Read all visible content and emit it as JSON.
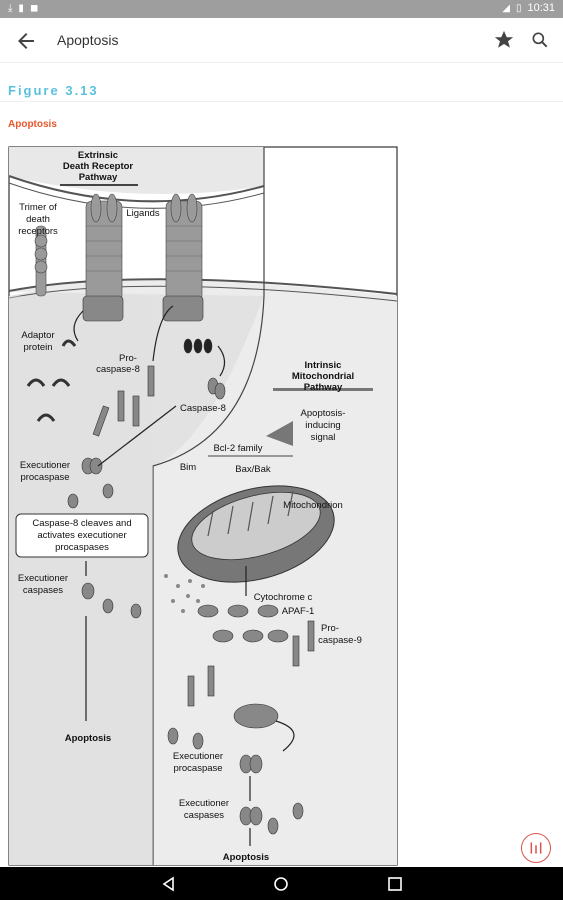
{
  "status_bar": {
    "time": "10:31"
  },
  "app_bar": {
    "title": "Apoptosis"
  },
  "figure": {
    "label": "Figure 3.13",
    "title": "Apoptosis",
    "labels": {
      "extrinsic_1": "Extrinsic",
      "extrinsic_2": "Death Receptor",
      "extrinsic_3": "Pathway",
      "trimer_1": "Trimer of",
      "trimer_2": "death",
      "trimer_3": "receptors",
      "ligands": "Ligands",
      "adaptor_1": "Adaptor",
      "adaptor_2": "protein",
      "procasp8_1": "Pro-",
      "procasp8_2": "caspase-8",
      "caspase8": "Caspase-8",
      "intrinsic_1": "Intrinsic",
      "intrinsic_2": "Mitochondrial",
      "intrinsic_3": "Pathway",
      "signal_1": "Apoptosis-",
      "signal_2": "inducing",
      "signal_3": "signal",
      "bcl2": "Bcl-2 family",
      "bim": "Bim",
      "baxbak": "Bax/Bak",
      "mitochondrion": "Mitochondrion",
      "exec_proc_1": "Executioner",
      "exec_proc_2": "procaspase",
      "box_1": "Caspase-8 cleaves and",
      "box_2": "activates executioner",
      "box_3": "procaspases",
      "exec_casp_1": "Executioner",
      "exec_casp_2": "caspases",
      "apoptosis_left": "Apoptosis",
      "cytc": "Cytochrome c",
      "apaf": "APAF-1",
      "procasp9_1": "Pro-",
      "procasp9_2": "caspase-9",
      "exec_proc_r1": "Executioner",
      "exec_proc_r2": "procaspase",
      "exec_casp_r1": "Executioner",
      "exec_casp_r2": "caspases",
      "apoptosis_right": "Apoptosis"
    }
  },
  "colors": {
    "accent_label": "#5bc0de",
    "accent_title": "#e8572a",
    "fab": "#d9534f"
  }
}
